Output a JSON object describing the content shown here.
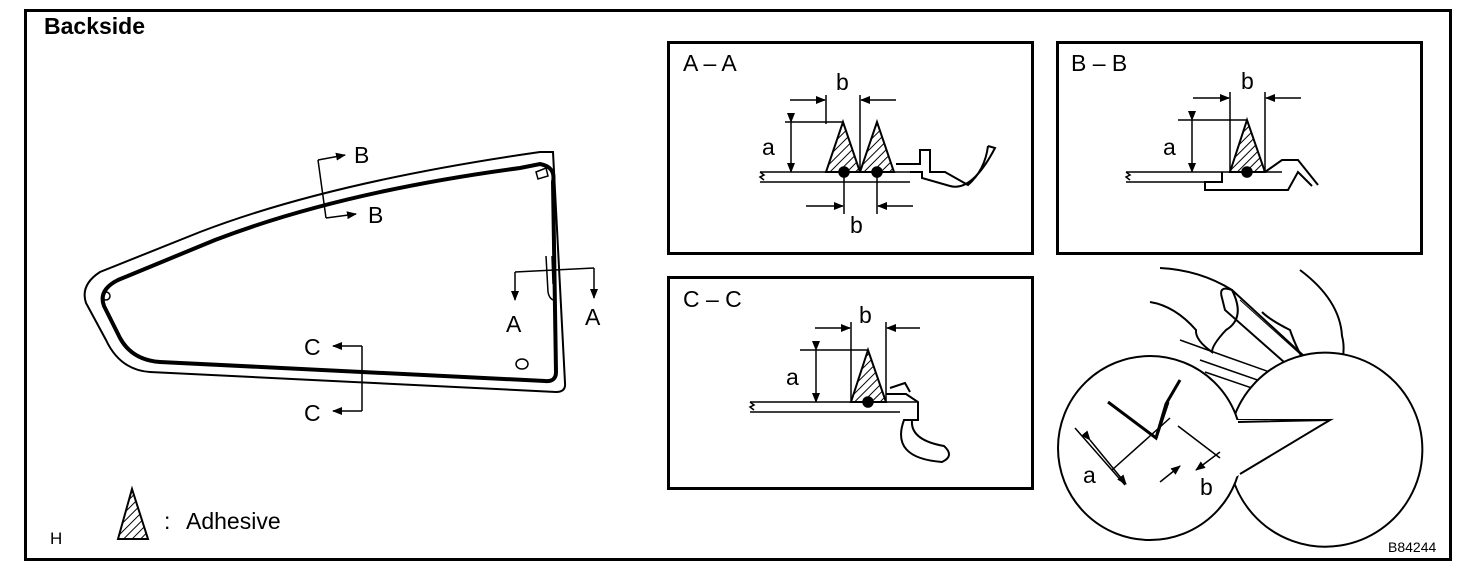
{
  "title": "Backside",
  "legend": {
    "label": "Adhesive",
    "colon": ":"
  },
  "corner_letter": "H",
  "figure_id": "B84244",
  "section_labels": {
    "a": "A",
    "b": "B",
    "c": "C"
  },
  "panels": {
    "aa": {
      "title": "A – A",
      "dim_a": "a",
      "dim_b_top": "b",
      "dim_b_bottom": "b"
    },
    "bb": {
      "title": "B – B",
      "dim_a": "a",
      "dim_b": "b"
    },
    "cc": {
      "title": "C – C",
      "dim_a": "a",
      "dim_b": "b"
    },
    "applicator": {
      "dim_a": "a",
      "dim_b": "b"
    }
  }
}
